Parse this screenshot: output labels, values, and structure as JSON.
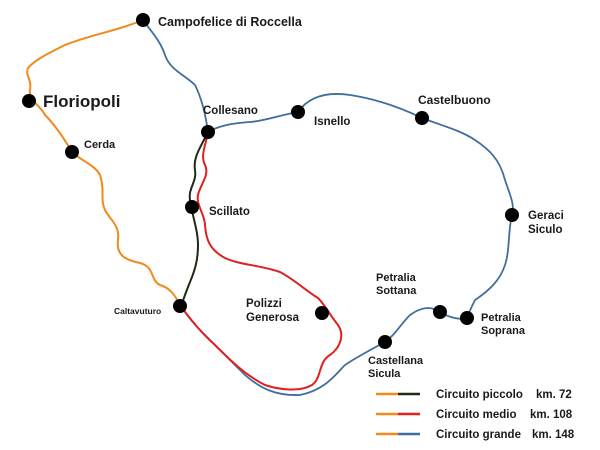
{
  "colors": {
    "orange": "#f08a1c",
    "blue": "#3f6f9c",
    "red": "#e02020",
    "dark": "#1f2a14",
    "dot": "#000000"
  },
  "towns": [
    {
      "id": "campofelice",
      "label_lines": [
        "Campofelice di Roccella"
      ]
    },
    {
      "id": "floriopoli",
      "label_lines": [
        "Floriopoli"
      ]
    },
    {
      "id": "cerda",
      "label_lines": [
        "Cerda"
      ]
    },
    {
      "id": "collesano",
      "label_lines": [
        "Collesano"
      ]
    },
    {
      "id": "isnello",
      "label_lines": [
        "Isnello"
      ]
    },
    {
      "id": "castelbuono",
      "label_lines": [
        "Castelbuono"
      ]
    },
    {
      "id": "scillato",
      "label_lines": [
        "Scillato"
      ]
    },
    {
      "id": "geraci",
      "label_lines": [
        "Geraci",
        "Siculo"
      ]
    },
    {
      "id": "caltavuturo",
      "label_lines": [
        "Caltavuturo"
      ]
    },
    {
      "id": "polizzi",
      "label_lines": [
        "Polizzi",
        "Generosa"
      ]
    },
    {
      "id": "petralia-sottana",
      "label_lines": [
        "Petralia",
        "Sottana"
      ]
    },
    {
      "id": "petralia-soprana",
      "label_lines": [
        "Petralia",
        "Soprana"
      ]
    },
    {
      "id": "castellana",
      "label_lines": [
        "Castellana",
        "Sicula"
      ]
    }
  ],
  "legend": [
    {
      "label": "Circuito piccolo",
      "distance": "km. 72",
      "colors": [
        "orange",
        "dark"
      ]
    },
    {
      "label": "Circuito medio",
      "distance": "km. 108",
      "colors": [
        "orange",
        "red"
      ]
    },
    {
      "label": "Circuito grande",
      "distance": "km. 148",
      "colors": [
        "orange",
        "blue"
      ]
    }
  ]
}
